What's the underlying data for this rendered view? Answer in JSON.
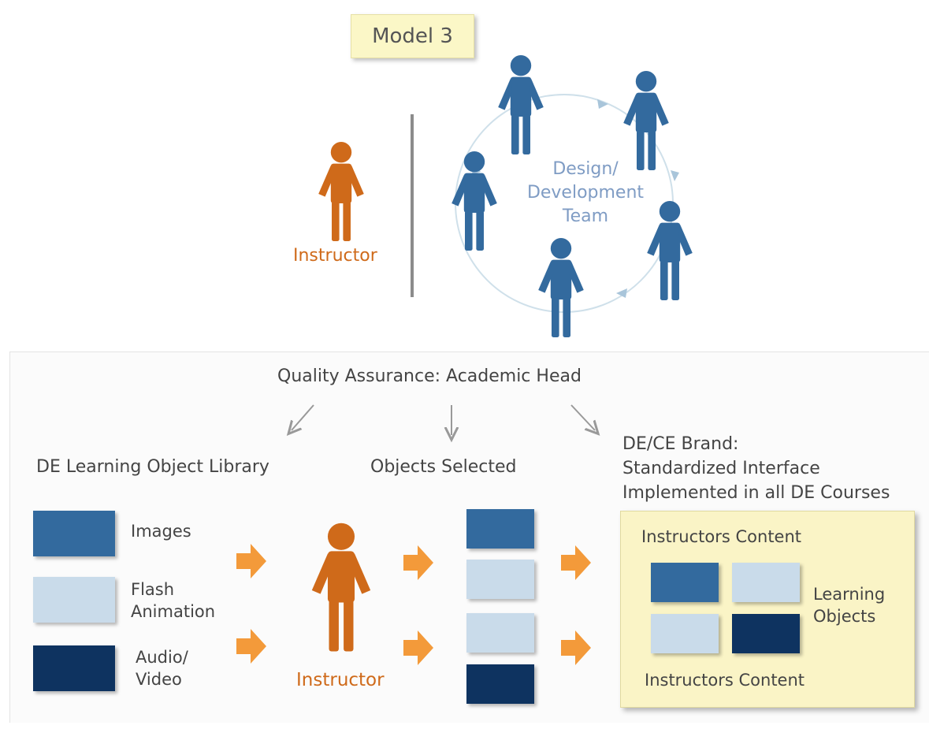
{
  "title": "Model 3",
  "top": {
    "instructor_label": "Instructor",
    "team_label_1": "Design/",
    "team_label_2": "Development",
    "team_label_3": "Team"
  },
  "bottom": {
    "qa_label": "Quality Assurance: Academic Head",
    "library_title": "DE Learning Object Library",
    "selected_title": "Objects Selected",
    "brand_title_1": "DE/CE Brand:",
    "brand_title_2": "Standardized Interface",
    "brand_title_3": "Implemented in all DE Courses",
    "library_items": {
      "images": "Images",
      "flash_1": "Flash",
      "flash_2": "Animation",
      "audio_1": "Audio/",
      "audio_2": "Video"
    },
    "instructor_label": "Instructor",
    "brand_box": {
      "content_top": "Instructors Content",
      "learning_1": "Learning",
      "learning_2": "Objects",
      "content_bottom": "Instructors Content"
    }
  },
  "colors": {
    "person_blue": "#336a9e",
    "person_orange": "#cf6a1a",
    "arrow_orange": "#f39a3a",
    "tile_mid": "#336a9e",
    "tile_light": "#c9dbea",
    "tile_dark": "#0e3360"
  }
}
